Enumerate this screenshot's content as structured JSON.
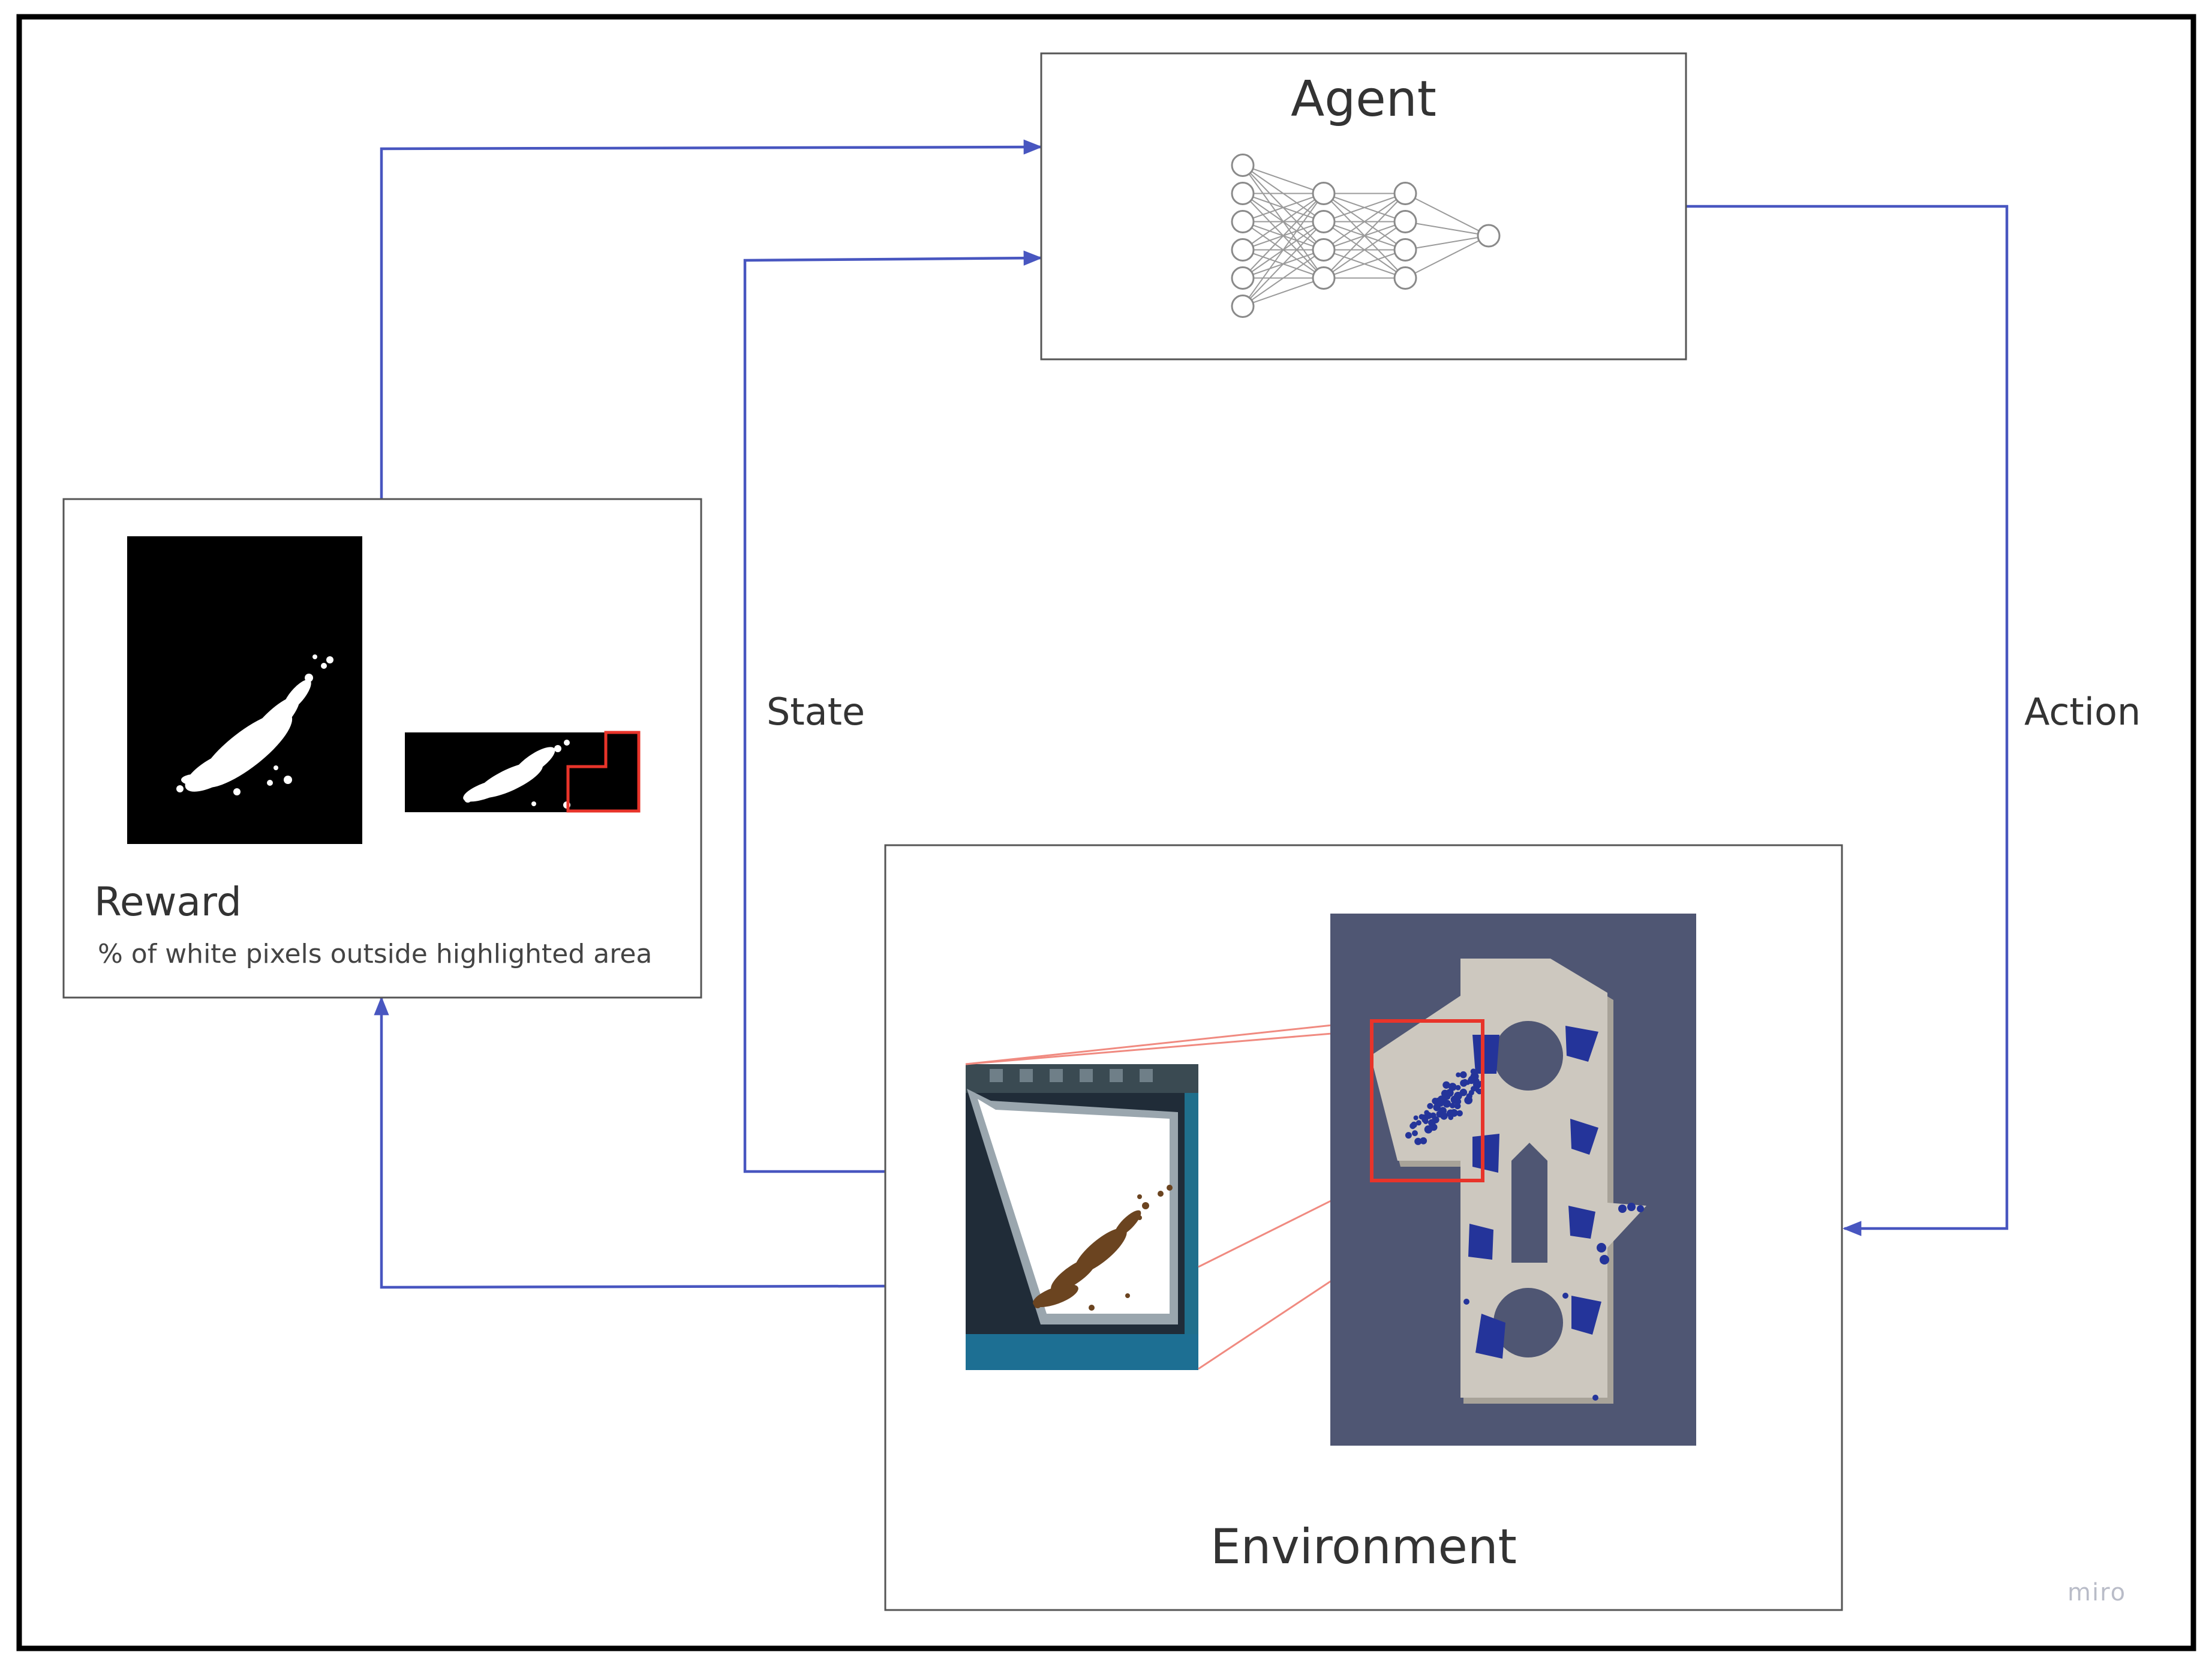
{
  "nodes": {
    "agent": {
      "title": "Agent"
    },
    "environment": {
      "title": "Environment"
    },
    "reward": {
      "title": "Reward",
      "description": "% of white pixels outside highlighted area"
    }
  },
  "edges": {
    "state": "State",
    "action": "Action"
  },
  "icons": {
    "agent": "neural-network-icon",
    "environment_photo": "hopper-photo",
    "environment_sim": "hopper-simulation",
    "reward_masks": "binary-mask-images"
  },
  "colors": {
    "arrow": "#4856c0",
    "highlight": "#e8342a",
    "zoom_lines": "#f08a80",
    "sim_background": "#4f5673",
    "sim_plate": "#cdc8bf",
    "sim_particles": "#24349a"
  },
  "layers": [
    6,
    4,
    4,
    1
  ],
  "watermark": "miro"
}
